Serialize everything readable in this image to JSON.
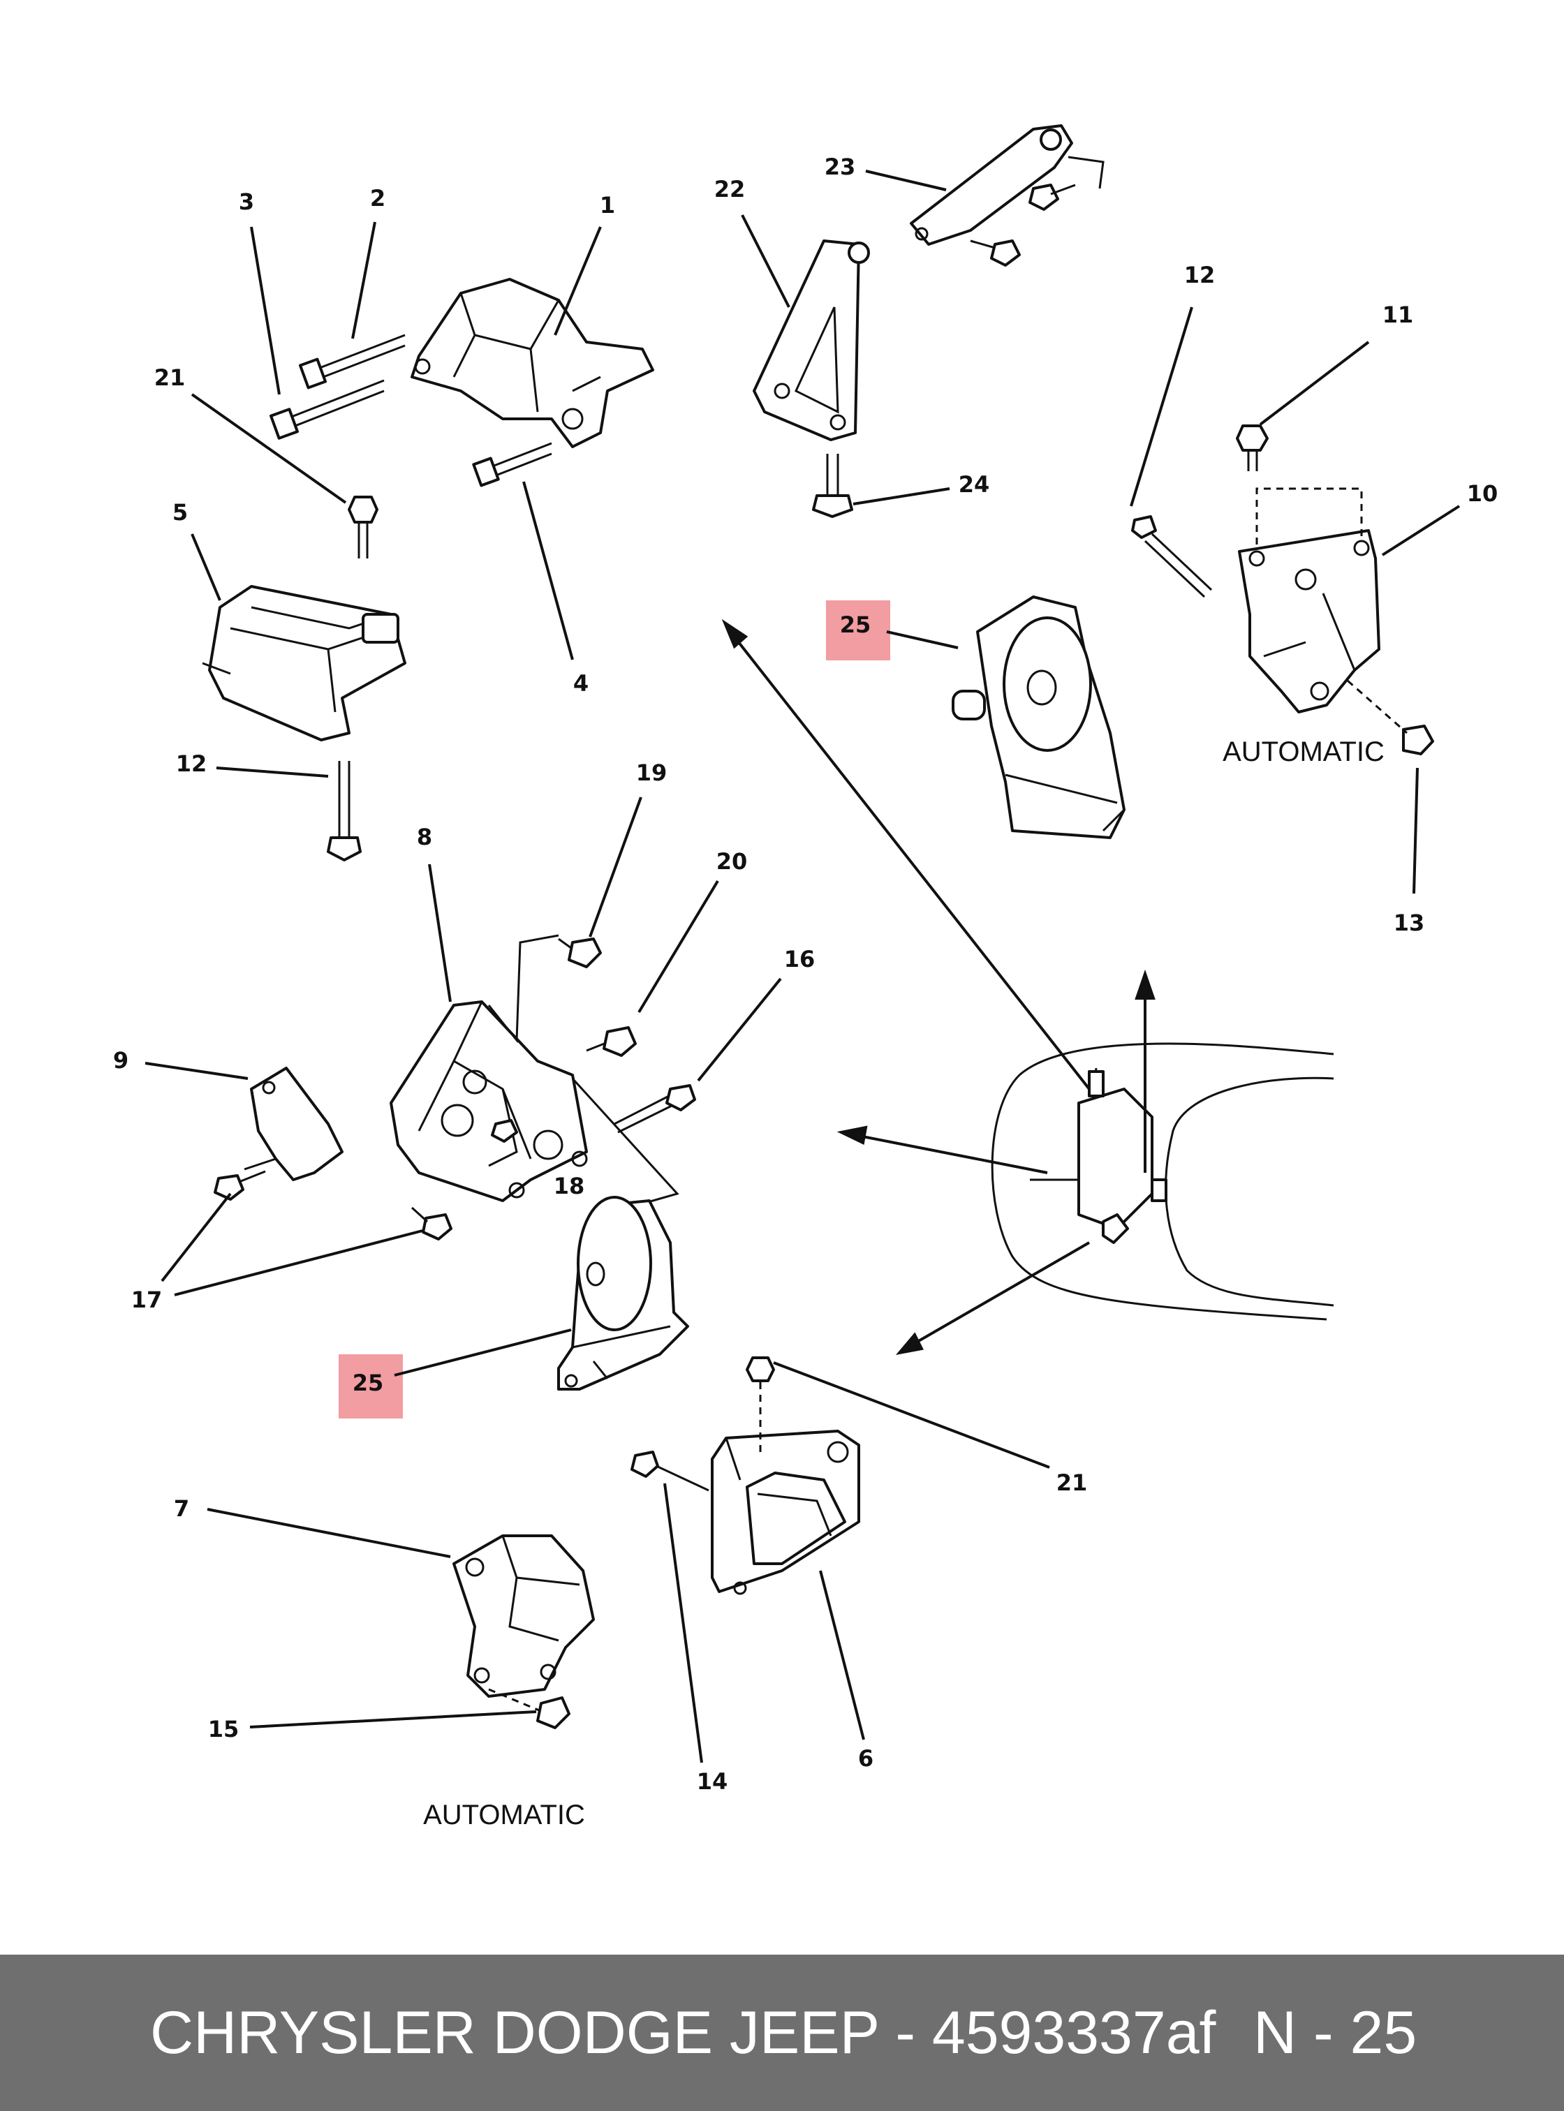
{
  "callouts": [
    "1",
    "2",
    "3",
    "4",
    "5",
    "6",
    "7",
    "8",
    "9",
    "10",
    "11",
    "12",
    "12",
    "13",
    "14",
    "15",
    "16",
    "17",
    "18",
    "19",
    "20",
    "21",
    "21",
    "22",
    "23",
    "24",
    "25",
    "25"
  ],
  "variant_labels": [
    "AUTOMATIC",
    "AUTOMATIC"
  ],
  "highlight_color": "#f08c90",
  "footer": {
    "brand_part": "CHRYSLER DODGE JEEP - 4593337af",
    "page": "N - 25"
  }
}
